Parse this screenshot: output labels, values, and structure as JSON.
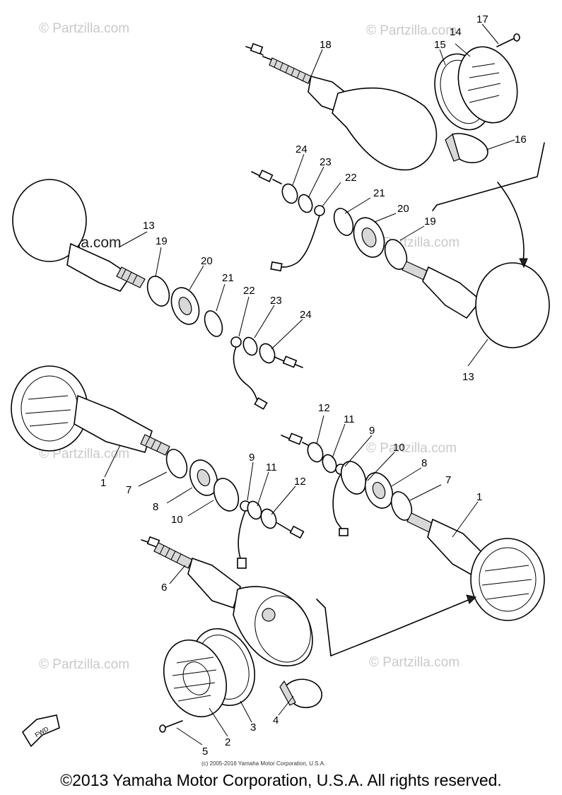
{
  "watermark": {
    "text": "© Partzilla.com"
  },
  "callouts": {
    "c1a": "1",
    "c1b": "1",
    "c2": "2",
    "c3": "3",
    "c4": "4",
    "c5": "5",
    "c6": "6",
    "c7a": "7",
    "c7b": "7",
    "c8a": "8",
    "c8b": "8",
    "c9a": "9",
    "c9b": "9",
    "c10a": "10",
    "c10b": "10",
    "c11a": "11",
    "c11b": "11",
    "c12a": "12",
    "c12b": "12",
    "c13a": "13",
    "c13b": "13",
    "c14": "14",
    "c15": "15",
    "c16": "16",
    "c17": "17",
    "c18": "18",
    "c19a": "19",
    "c19b": "19",
    "c20a": "20",
    "c20b": "20",
    "c21a": "21",
    "c21b": "21",
    "c22a": "22",
    "c22b": "22",
    "c23a": "23",
    "c23b": "23",
    "c24a": "24",
    "c24b": "24",
    "fwd": "FWD"
  },
  "footer": {
    "small_copyright": "(c) 2005-2016 Yamaha Motor Corporation, U.S.A.",
    "copyright": "©2013 Yamaha Motor Corporation, U.S.A. All rights reserved."
  }
}
